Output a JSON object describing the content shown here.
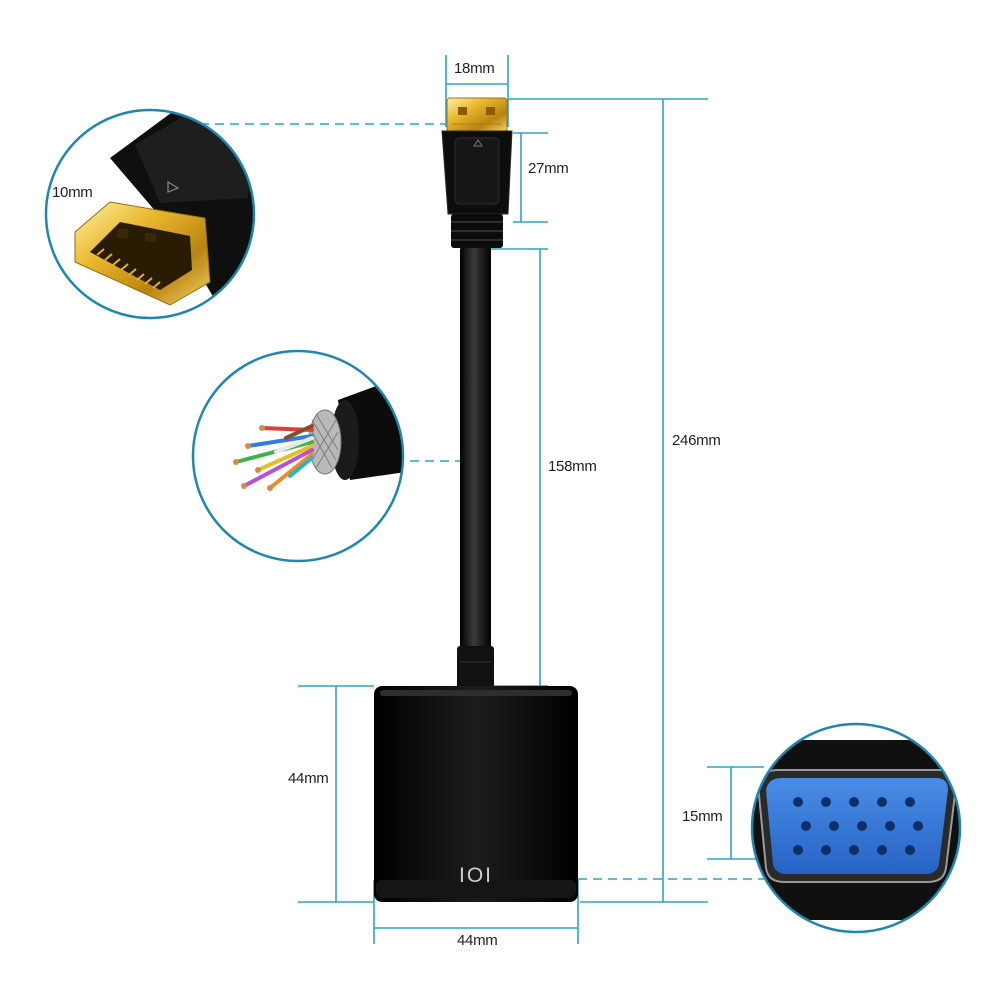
{
  "dimensions": {
    "hdmi_plug_width": "18mm",
    "hdmi_plug_length": "27mm",
    "hdmi_tip_height": "10mm",
    "cable_length": "158mm",
    "total_length": "246mm",
    "vga_box_height": "44mm",
    "vga_box_width": "44mm",
    "vga_port_height": "15mm"
  },
  "box_symbol": "IOI",
  "colors": {
    "dimension_line": "#2aa6c2",
    "circle_border": "#1f86b0",
    "gold": "#d9a521",
    "adapter_body": "#0c0c0c",
    "vga_port_blue": "#2f74d6"
  }
}
